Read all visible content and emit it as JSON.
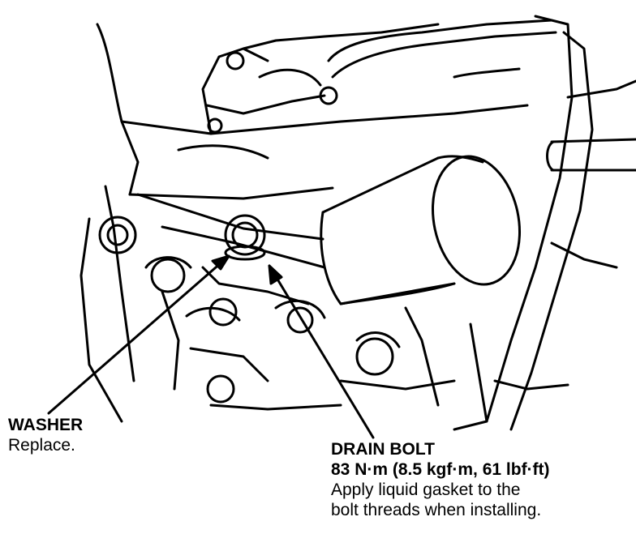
{
  "diagram": {
    "washer": {
      "title": "WASHER",
      "note": "Replace."
    },
    "drain_bolt": {
      "title": "DRAIN BOLT",
      "torque": "83 N·m (8.5 kgf·m, 61 lbf·ft)",
      "note_line1": "Apply liquid gasket to the",
      "note_line2": "bolt threads when installing."
    }
  },
  "colors": {
    "ink": "#000000",
    "paper": "#ffffff"
  }
}
